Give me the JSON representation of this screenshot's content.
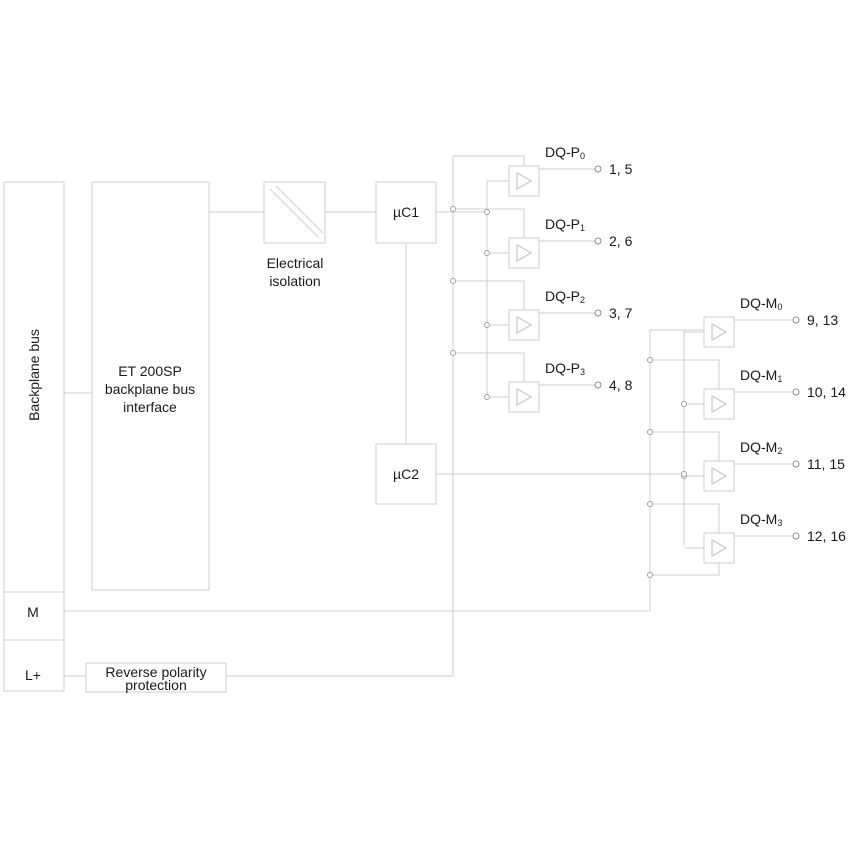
{
  "backplane_bus_label": "Backplane bus",
  "interface_label_lines": [
    "ET 200SP",
    "backplane bus",
    "interface"
  ],
  "isolation_label_lines": [
    "Electrical",
    "isolation"
  ],
  "uc1_label": "µC1",
  "uc2_label": "µC2",
  "m_label": "M",
  "lplus_label": "L+",
  "reverse_polarity_lines": [
    "Reverse polarity",
    "protection"
  ],
  "p_outputs": [
    {
      "base": "DQ-P",
      "index": "0",
      "terminals": "1, 5"
    },
    {
      "base": "DQ-P",
      "index": "1",
      "terminals": "2, 6"
    },
    {
      "base": "DQ-P",
      "index": "2",
      "terminals": "3, 7"
    },
    {
      "base": "DQ-P",
      "index": "3",
      "terminals": "4, 8"
    }
  ],
  "m_outputs": [
    {
      "base": "DQ-M",
      "index": "0",
      "terminals": "9, 13"
    },
    {
      "base": "DQ-M",
      "index": "1",
      "terminals": "10, 14"
    },
    {
      "base": "DQ-M",
      "index": "2",
      "terminals": "11, 15"
    },
    {
      "base": "DQ-M",
      "index": "3",
      "terminals": "12, 16"
    }
  ]
}
